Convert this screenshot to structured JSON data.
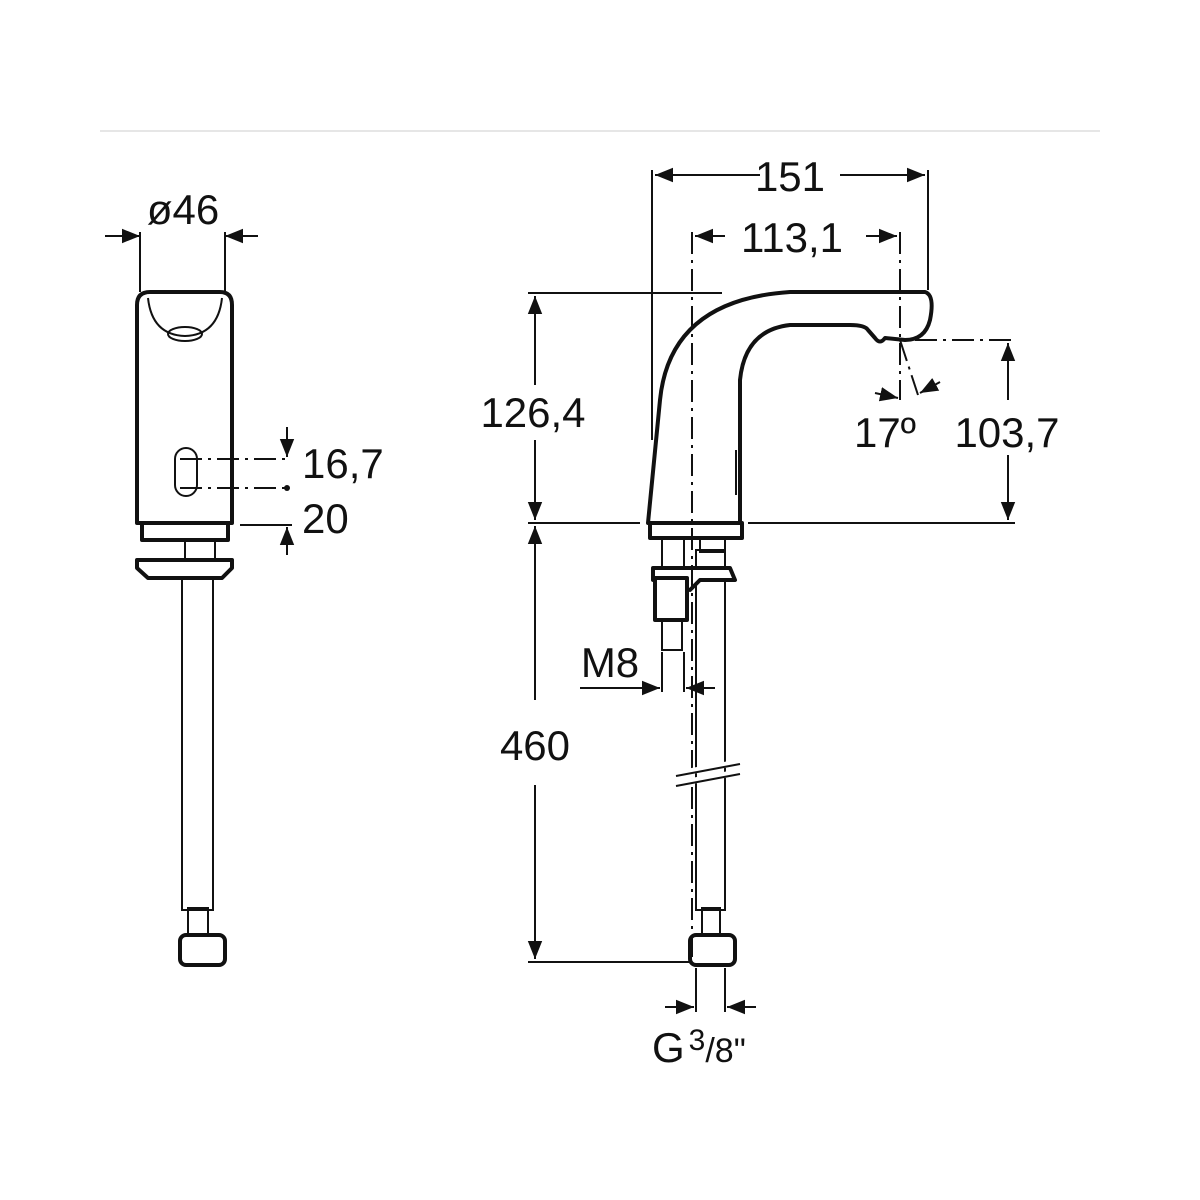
{
  "front_view": {
    "diameter_label": "ø46",
    "sensor_offset_label": "16,7",
    "sensor_height_label": "20"
  },
  "side_view": {
    "overall_reach_label": "151",
    "spout_reach_label": "113,1",
    "height_label": "126,4",
    "outlet_height_label": "103,7",
    "angle_label": "17º",
    "thread_label": "M8",
    "hose_length_label": "460",
    "connection_label_prefix": "G",
    "connection_fraction_num": "3",
    "connection_fraction_den": "/8\""
  },
  "colors": {
    "line": "#111111",
    "rule": "#e6e6e6"
  }
}
